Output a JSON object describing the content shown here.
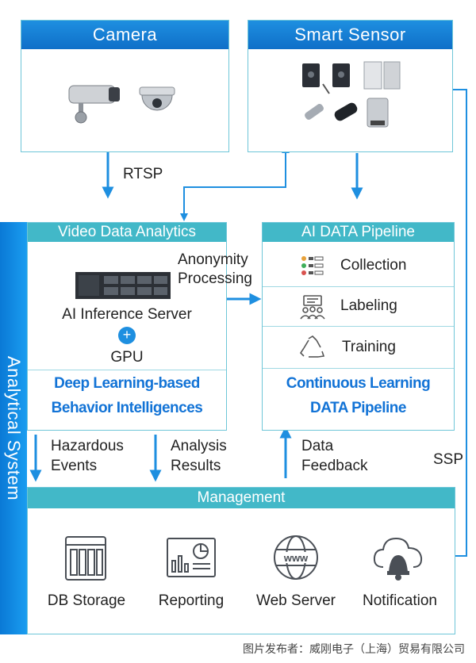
{
  "camera": {
    "title": "Camera"
  },
  "sensor": {
    "title": "Smart Sensor"
  },
  "links": {
    "rtsp": "RTSP",
    "ssp": "SSP"
  },
  "side": {
    "label": "Analytical System"
  },
  "vda": {
    "title": "Video Data Analytics",
    "server": "AI Inference Server",
    "gpu": "GPU",
    "dl_line1": "Deep Learning-based",
    "dl_line2": "Behavior Intelligences"
  },
  "anonymity": {
    "line1": "Anonymity",
    "line2": "Processing"
  },
  "pipeline": {
    "title": "AI DATA Pipeline",
    "items": [
      "Collection",
      "Labeling",
      "Training"
    ],
    "cl_line1": "Continuous Learning",
    "cl_line2": "DATA Pipeline"
  },
  "flows": {
    "hazard_1": "Hazardous",
    "hazard_2": "Events",
    "analysis_1": "Analysis",
    "analysis_2": "Results",
    "feedback_1": "Data",
    "feedback_2": "Feedback"
  },
  "management": {
    "title": "Management",
    "items": [
      "DB Storage",
      "Reporting",
      "Web Server",
      "Notification"
    ]
  },
  "footer": {
    "credit": "图片发布者：威刚电子（上海）贸易有限公司"
  },
  "colors": {
    "accent": "#1e8fe0",
    "teal": "#42b8c8",
    "highlight": "#1273d6"
  }
}
